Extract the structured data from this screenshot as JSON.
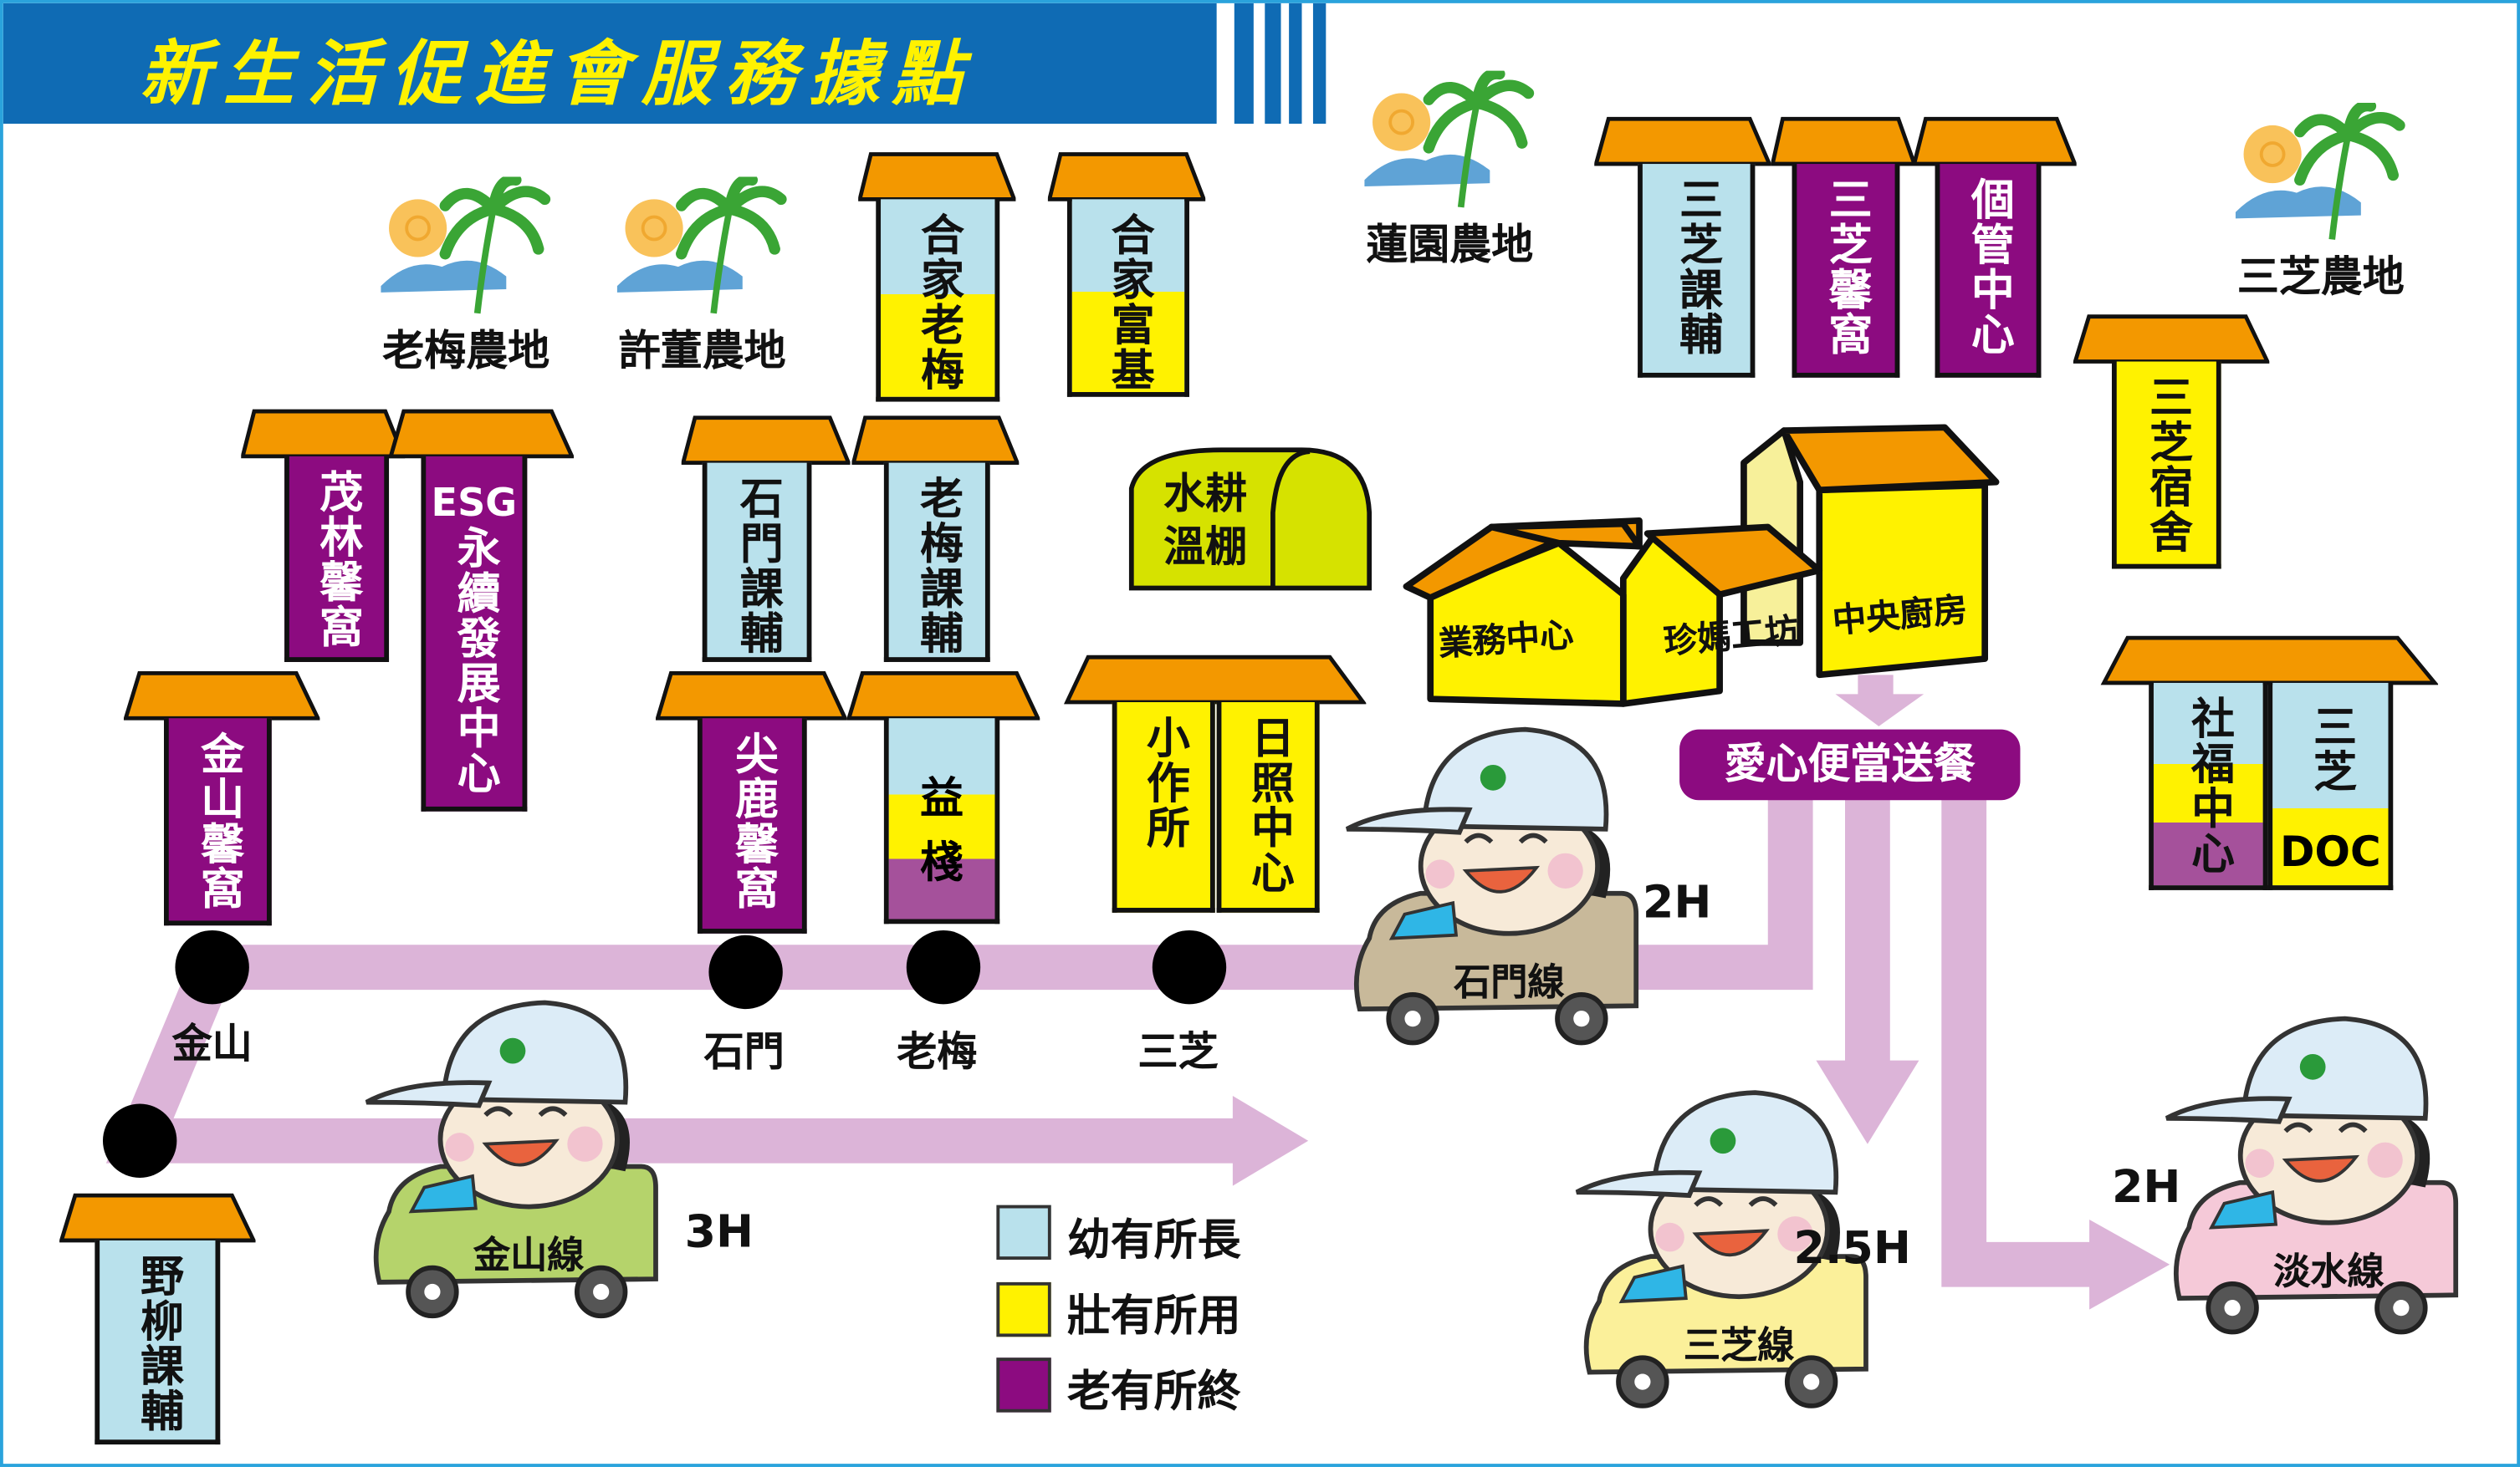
{
  "title": "新生活促進會服務據點",
  "colors": {
    "header": "#0f6bb4",
    "title": "#fff200",
    "growing": "#b9e1ec",
    "working": "#fff200",
    "elderly": "#8c0b80",
    "mixed": "#a5519b",
    "roof": "#f39800",
    "route": "#dcb4d8"
  },
  "farms": [
    {
      "label": "老梅農地"
    },
    {
      "label": "許董農地"
    },
    {
      "label": "蓮園農地"
    },
    {
      "label": "三芝農地"
    }
  ],
  "towers": {
    "hejia_laomei": "合家老梅",
    "hejia_fuji": "合家富基",
    "maolin": "茂林馨窩",
    "esg_top": "ESG",
    "esg_rest": "永續發展中心",
    "shimen_tutor": "石門課輔",
    "laomei_tutor": "老梅課輔",
    "jinshan_home": "金山馨窩",
    "jianlu_home": "尖鹿馨窩",
    "yizhan_1": "益",
    "yizhan_2": "棧",
    "workshop": "小作所",
    "daycare": "日照中心",
    "sanzhi_tutor": "三芝課輔",
    "sanzhi_home": "三芝馨窩",
    "case_center": "個管中心",
    "sanzhi_dorm": "三芝宿舍",
    "social_center": "社福中心",
    "sanzhi_doc_1": "三芝",
    "sanzhi_doc_2": "DOC",
    "yeliu_tutor": "野柳課輔"
  },
  "greenhouse": {
    "line1": "水耕",
    "line2": "溫棚"
  },
  "complex": {
    "office": "業務中心",
    "workshop": "珍媽工坊",
    "kitchen": "中央廚房"
  },
  "meal_badge": "愛心便當送餐",
  "stops": [
    "金山",
    "石門",
    "老梅",
    "三芝"
  ],
  "routes": [
    {
      "name": "金山線",
      "duration": "3H",
      "body_color": "#b5d36b"
    },
    {
      "name": "石門線",
      "duration": "2H",
      "body_color": "#c8b99a"
    },
    {
      "name": "三芝線",
      "duration": "2.5H",
      "body_color": "#fbf09a"
    },
    {
      "name": "淡水線",
      "duration": "2H",
      "body_color": "#f5c9d8"
    }
  ],
  "legend": [
    {
      "label": "幼有所長",
      "color": "#b9e1ec"
    },
    {
      "label": "壯有所用",
      "color": "#fff200"
    },
    {
      "label": "老有所終",
      "color": "#8c0b80"
    }
  ]
}
